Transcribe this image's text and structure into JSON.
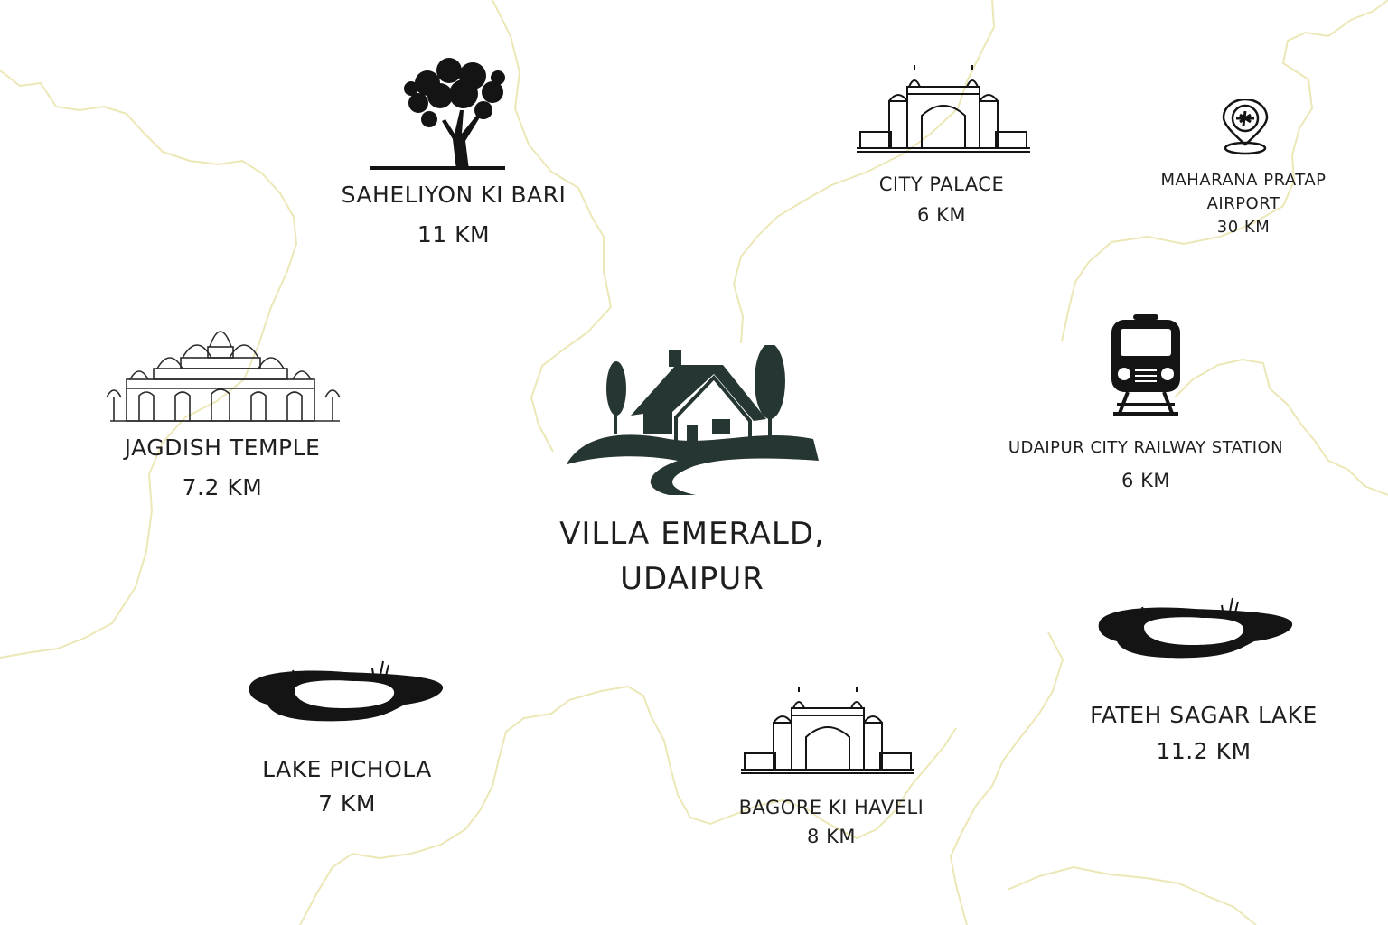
{
  "colors": {
    "background": "#ffffff",
    "boundary": "#ece7b6",
    "villa_green": "#263632",
    "icon_black": "#141414"
  },
  "center": {
    "name_line1": "VILLA EMERALD,",
    "name_line2": "UDAIPUR",
    "icon": "villa-house-icon"
  },
  "places": [
    {
      "name": "SAHELIYON KI BARI",
      "distance": "11 KM",
      "icon": "tree-icon"
    },
    {
      "name": "CITY PALACE",
      "distance": "6 KM",
      "icon": "palace-icon"
    },
    {
      "name_line1": "MAHARANA PRATAP",
      "name_line2": "AIRPORT",
      "distance": "30 KM",
      "icon": "airport-pin-icon"
    },
    {
      "name": "JAGDISH TEMPLE",
      "distance": "7.2 KM",
      "icon": "temple-icon"
    },
    {
      "name": "UDAIPUR CITY RAILWAY STATION",
      "distance": "6 KM",
      "icon": "train-icon"
    },
    {
      "name": "LAKE PICHOLA",
      "distance": "7 KM",
      "icon": "lake-icon"
    },
    {
      "name": "BAGORE KI HAVELI",
      "distance": "8 KM",
      "icon": "haveli-icon"
    },
    {
      "name": "FATEH SAGAR LAKE",
      "distance": "11.2 KM",
      "icon": "lake-icon"
    }
  ]
}
